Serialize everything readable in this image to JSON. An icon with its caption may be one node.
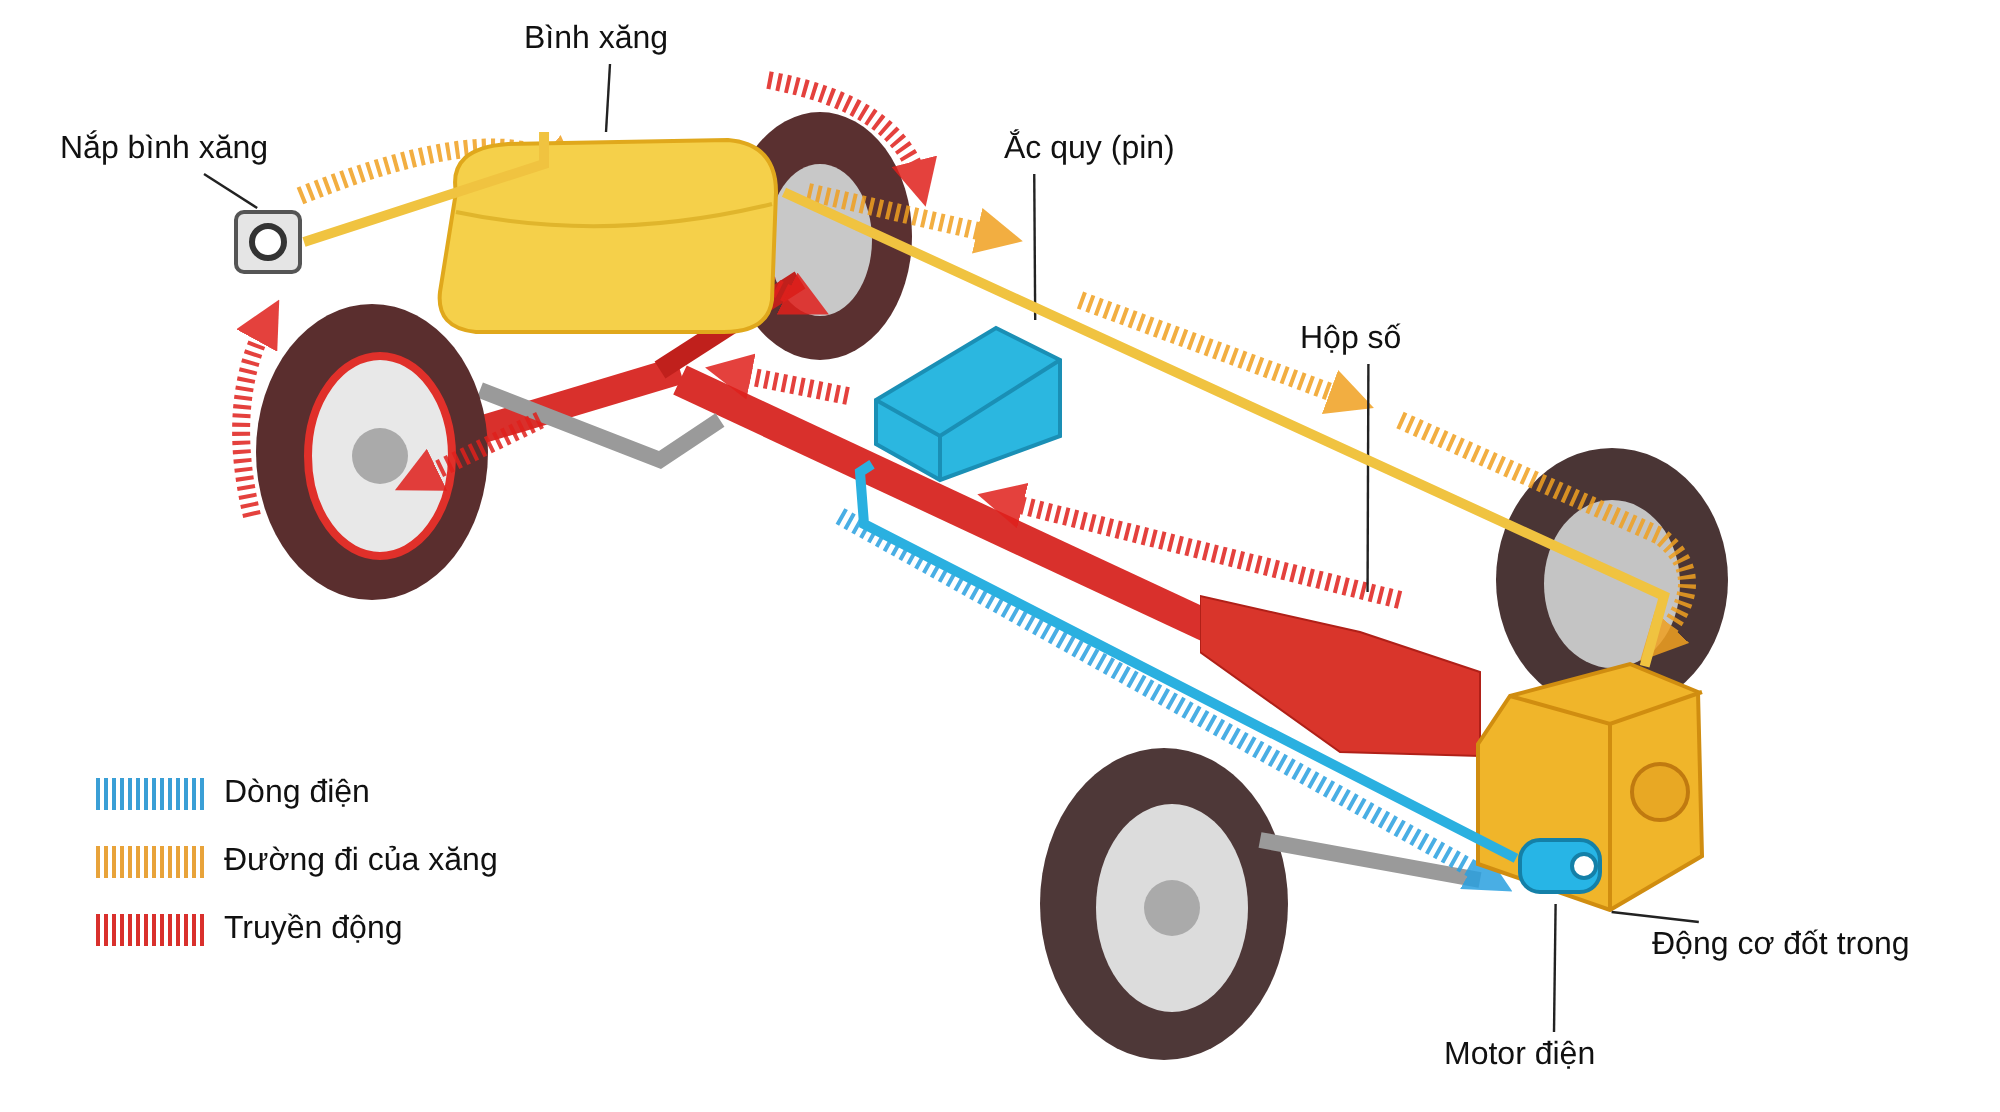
{
  "diagram": {
    "nodes": [
      {
        "text": [
          "Bình xăng"
        ]
      },
      {
        "text": [
          "Nắp bình xăng"
        ]
      },
      {
        "text": [
          "Ắc quy (pin)"
        ]
      },
      {
        "text": [
          "Hộp số"
        ]
      },
      {
        "text": [
          "Động cơ đốt trong"
        ]
      },
      {
        "text": [
          "Motor điện"
        ]
      },
      {
        "text": [],
        "shape": "picture"
      },
      {
        "text": [],
        "shape": "picture"
      },
      {
        "text": [],
        "shape": "picture"
      },
      {
        "text": [],
        "shape": "picture"
      },
      {
        "text": [],
        "shape": "picture"
      },
      {
        "text": [],
        "shape": "picture",
        "in": 10
      }
    ],
    "edges": [
      {
        "from": 0,
        "to": 7,
        "arrow": "none"
      },
      {
        "from": 1,
        "to": 6,
        "arrow": "none"
      },
      {
        "from": 2,
        "to": 8,
        "arrow": "none"
      },
      {
        "from": 3,
        "to": 9,
        "arrow": "none"
      },
      {
        "from": 4,
        "to": 10,
        "arrow": "none"
      },
      {
        "from": 5,
        "to": 11,
        "arrow": "none"
      },
      {
        "from": 6,
        "to": 7,
        "arrow": "none",
        "style": "thick",
        "color": "#f0c340"
      },
      {
        "from": 7,
        "to": 10,
        "arrow": "none",
        "style": "thick",
        "color": "#f0c340"
      },
      {
        "from": 8,
        "to": 11,
        "arrow": "none",
        "style": "thick",
        "color": "#2ab0e0"
      }
    ],
    "legend": [
      {
        "text": "Dòng điện",
        "color": "#3a9fd6"
      },
      {
        "text": "Đường đi của xăng",
        "color": "#e8a33a"
      },
      {
        "text": "Truyền động",
        "color": "#d9302c"
      }
    ]
  }
}
